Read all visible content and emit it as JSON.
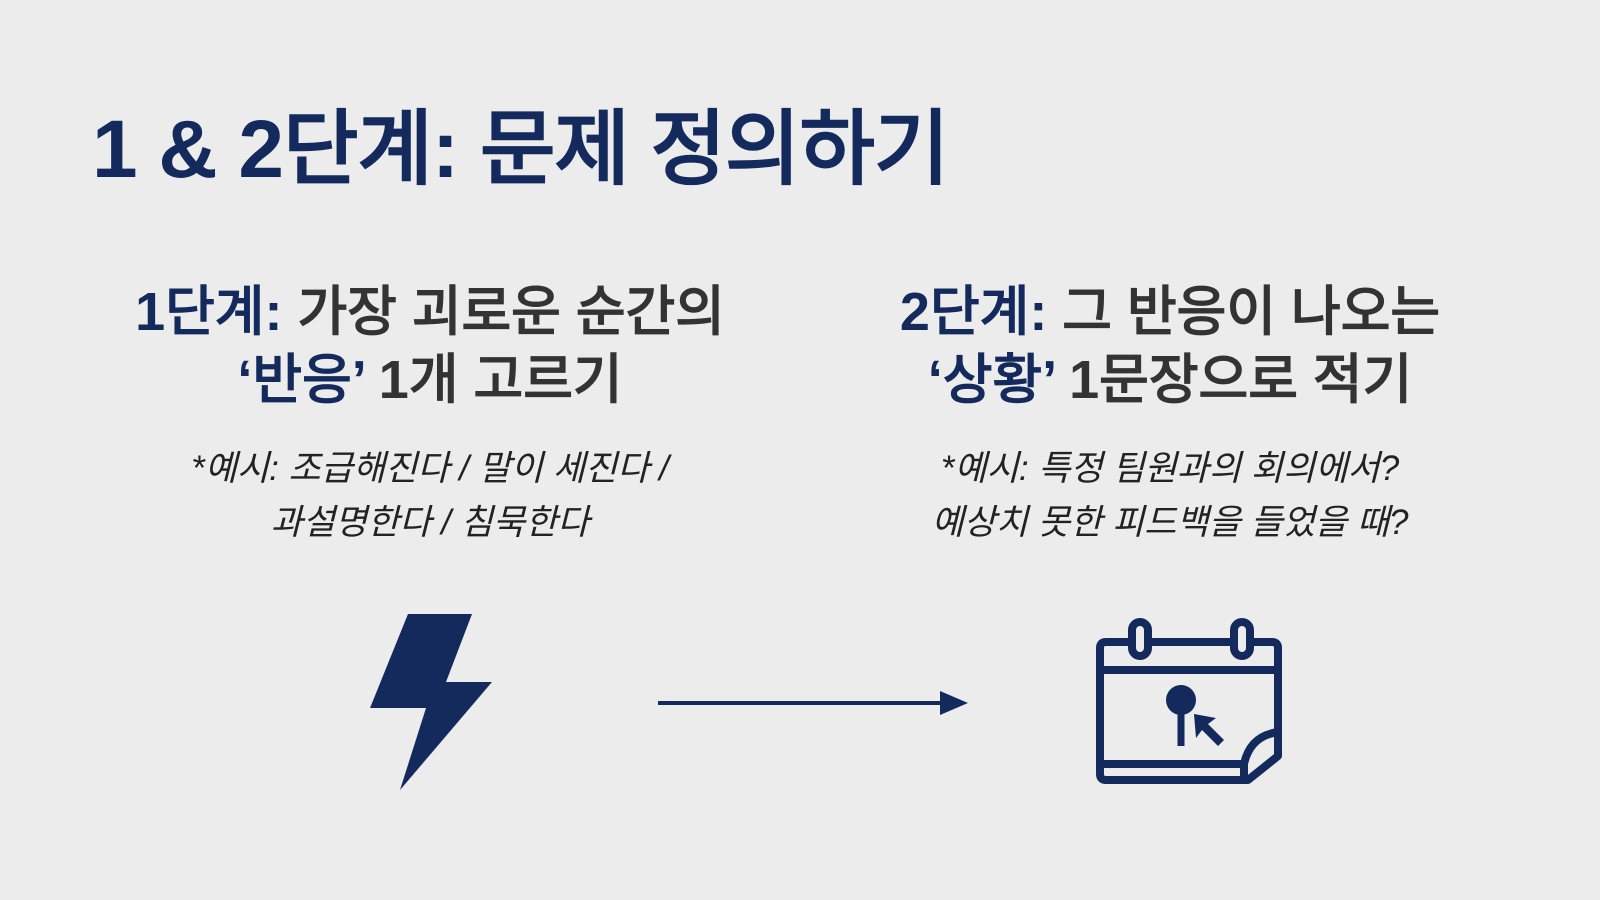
{
  "title": "1 & 2단계: 문제 정의하기",
  "step1": {
    "label": "1단계:",
    "line1_rest": " 가장 괴로운 순간의",
    "line2_quote": "‘반응’",
    "line2_rest": " 1개 고르기",
    "example_line1": "*예시: 조급해진다 / 말이 세진다 /",
    "example_line2": "과설명한다 / 침묵한다",
    "icon": "lightning-bolt-icon"
  },
  "step2": {
    "label": "2단계:",
    "line1_rest": " 그 반응이 나오는",
    "line2_quote": "‘상황’",
    "line2_rest": " 1문장으로 적기",
    "example_line1": "*예시: 특정 팀원과의 회의에서?",
    "example_line2": "예상치 못한 피드백을 들었을 때?",
    "icon": "calendar-pin-icon"
  },
  "connector_icon": "arrow-right-icon",
  "colors": {
    "navy": "#142a5c",
    "background": "#ececec",
    "text": "#2b2b2b"
  }
}
